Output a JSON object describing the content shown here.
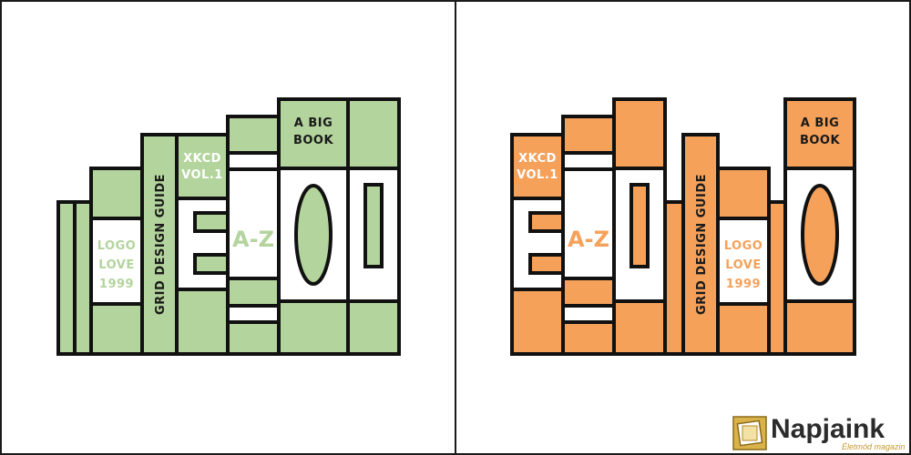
{
  "colors": {
    "left_fill": "#b3d49c",
    "left_text": "#ffffff",
    "left_label_on_white": "#b3d49c",
    "right_fill": "#f5a15a",
    "right_text": "#ffffff",
    "right_label_on_white": "#f5a15a",
    "stroke": "#111111",
    "dark_label": "#1a1a1a"
  },
  "book_labels": {
    "logo": [
      "LOGO",
      "LOVE",
      "1999"
    ],
    "grid": "GRID DESIGN GUIDE",
    "xkcd": [
      "XKCD",
      "VOL.1"
    ],
    "az": "A-Z",
    "big": [
      "A BIG",
      "BOOK"
    ]
  },
  "watermark": {
    "brand": "Napjaink",
    "tagline": "Életmód magazin",
    "icon": "frame-logo-icon"
  }
}
